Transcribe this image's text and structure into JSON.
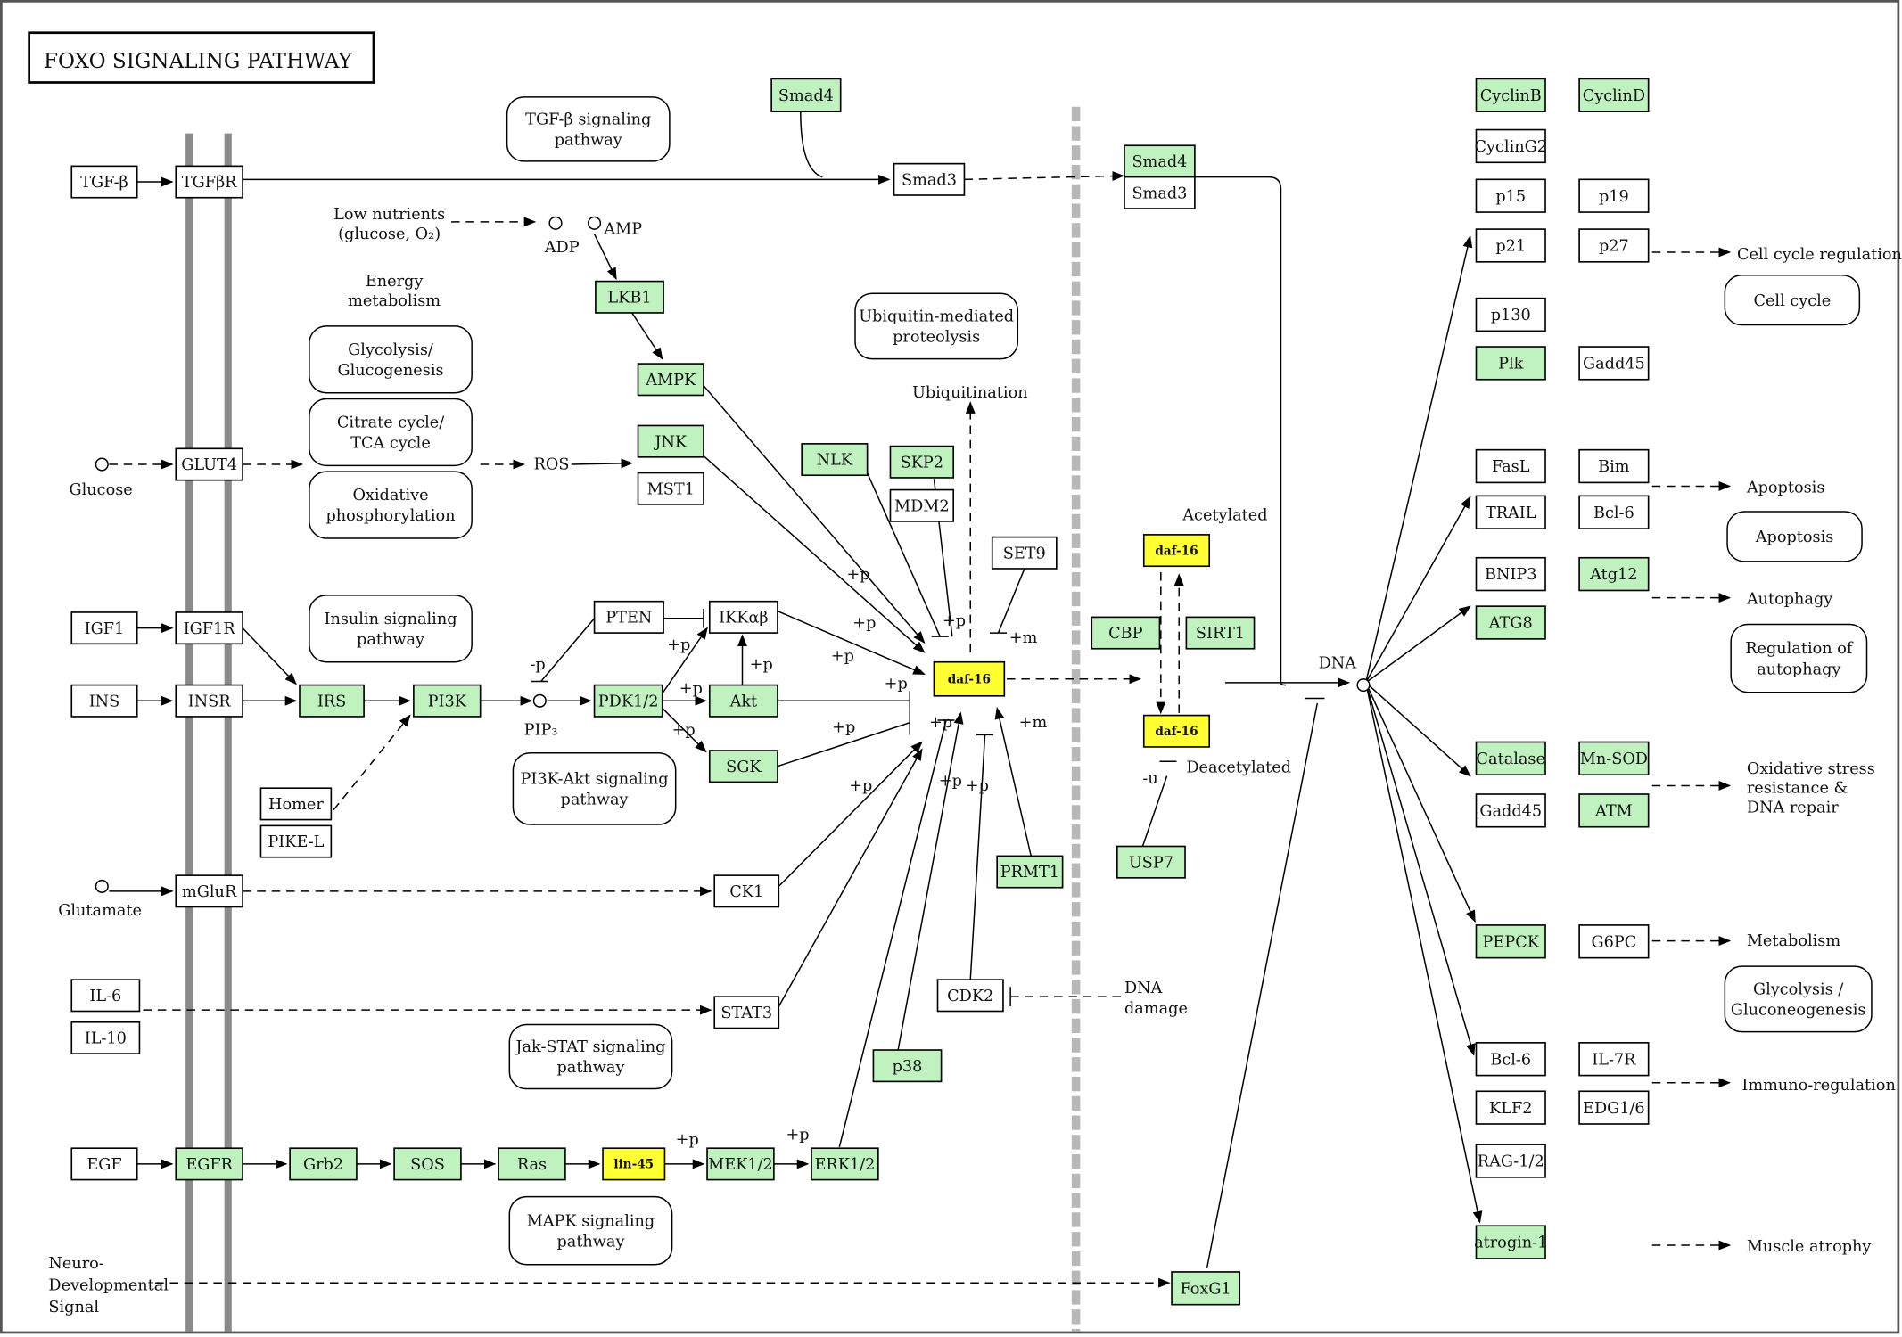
{
  "title": "FOXO SIGNALING PATHWAY",
  "colors": {
    "green_node": "#bff2bf",
    "yellow_node": "#ffff33",
    "white_node": "#ffffff",
    "membrane": "#8a8a8a"
  },
  "nodes": {
    "tgfb": "TGF-β",
    "tgfbr": "TGFβR",
    "glut4": "GLUT4",
    "igf1": "IGF1",
    "igf1r": "IGF1R",
    "ins": "INS",
    "insr": "INSR",
    "mglur": "mGluR",
    "il6": "IL-6",
    "il10": "IL-10",
    "egf": "EGF",
    "egfr": "EGFR",
    "homer": "Homer",
    "pikel": "PIKE-L",
    "irs": "IRS",
    "pi3k": "PI3K",
    "pdk12": "PDK1/2",
    "akt": "Akt",
    "sgk": "SGK",
    "pten": "PTEN",
    "ikk": "IKKαβ",
    "lkb1": "LKB1",
    "ampk": "AMPK",
    "jnk": "JNK",
    "mst1": "MST1",
    "nlk": "NLK",
    "skp2": "SKP2",
    "mdm2": "MDM2",
    "set9": "SET9",
    "smad4_top": "Smad4",
    "smad3_mid": "Smad3",
    "ck1": "CK1",
    "stat3": "STAT3",
    "cdk2": "CDK2",
    "p38": "p38",
    "prmt1": "PRMT1",
    "grb2": "Grb2",
    "sos": "SOS",
    "ras": "Ras",
    "lin45": "lin-45",
    "mek12": "MEK1/2",
    "erk12": "ERK1/2",
    "daf16_center": "daf-16",
    "daf16_acet": "daf-16",
    "daf16_deacet": "daf-16",
    "cbp": "CBP",
    "sirt1": "SIRT1",
    "usp7": "USP7",
    "smad4_right": "Smad4",
    "smad3_right": "Smad3",
    "foxg1": "FoxG1",
    "cyclinb": "CyclinB",
    "cyclind": "CyclinD",
    "cycling2": "CyclinG2",
    "p15": "p15",
    "p19": "p19",
    "p21": "p21",
    "p27": "p27",
    "p130": "p130",
    "plk": "Plk",
    "gadd45_a": "Gadd45",
    "fasl": "FasL",
    "bim": "Bim",
    "trail": "TRAIL",
    "bcl6_a": "Bcl-6",
    "bnip3": "BNIP3",
    "atg12": "Atg12",
    "atg8": "ATG8",
    "catalase": "Catalase",
    "mnsod": "Mn-SOD",
    "gadd45_b": "Gadd45",
    "atm": "ATM",
    "pepck": "PEPCK",
    "g6pc": "G6PC",
    "bcl6_b": "Bcl-6",
    "il7r": "IL-7R",
    "klf2": "KLF2",
    "edg16": "EDG1/6",
    "rag12": "RAG-1/2",
    "atrogin1": "atrogin-1"
  },
  "pathways": {
    "tgfb": [
      "TGF-β signaling",
      "pathway"
    ],
    "ubiq": [
      "Ubiquitin-mediated",
      "proteolysis"
    ],
    "glyco1": [
      "Glycolysis/",
      "Glucogenesis"
    ],
    "citrate": [
      "Citrate cycle/",
      "TCA cycle"
    ],
    "oxphos": [
      "Oxidative",
      "phosphorylation"
    ],
    "insulin": [
      "Insulin signaling",
      "pathway"
    ],
    "pi3kakt": [
      "PI3K-Akt signaling",
      "pathway"
    ],
    "jakstat": [
      "Jak-STAT signaling",
      "pathway"
    ],
    "mapk": [
      "MAPK signaling",
      "pathway"
    ],
    "cellcycle": [
      "Cell cycle"
    ],
    "apoptosis": [
      "Apoptosis"
    ],
    "autoreg": [
      "Regulation of",
      "autophagy"
    ],
    "glyco2": [
      "Glycolysis /",
      "Gluconeogenesis"
    ]
  },
  "labels": {
    "low_nutrients": [
      "Low nutrients",
      "(glucose, O₂)"
    ],
    "adp": "ADP",
    "amp": "AMP",
    "energy": [
      "Energy",
      "metabolism"
    ],
    "glucose": "Glucose",
    "ros": "ROS",
    "ubiquitination": "Ubiquitination",
    "pip3": "PIP₃",
    "glutamate": "Glutamate",
    "neuro": [
      "Neuro-",
      "Developmental",
      "Signal"
    ],
    "acetylated": "Acetylated",
    "deacetylated": "Deacetylated",
    "dna": "DNA",
    "dna_damage": [
      "DNA",
      "damage"
    ],
    "cell_cycle_reg": "Cell cycle regulation",
    "apoptosis_out": "Apoptosis",
    "autophagy_out": "Autophagy",
    "oxidative_out": [
      "Oxidative stress",
      "resistance &",
      "DNA repair"
    ],
    "metabolism_out": "Metabolism",
    "immuno_out": "Immuno-regulation",
    "muscle_out": "Muscle atrophy",
    "plus_p": "+p",
    "minus_p": "-p",
    "plus_m": "+m",
    "minus_u": "-u"
  }
}
